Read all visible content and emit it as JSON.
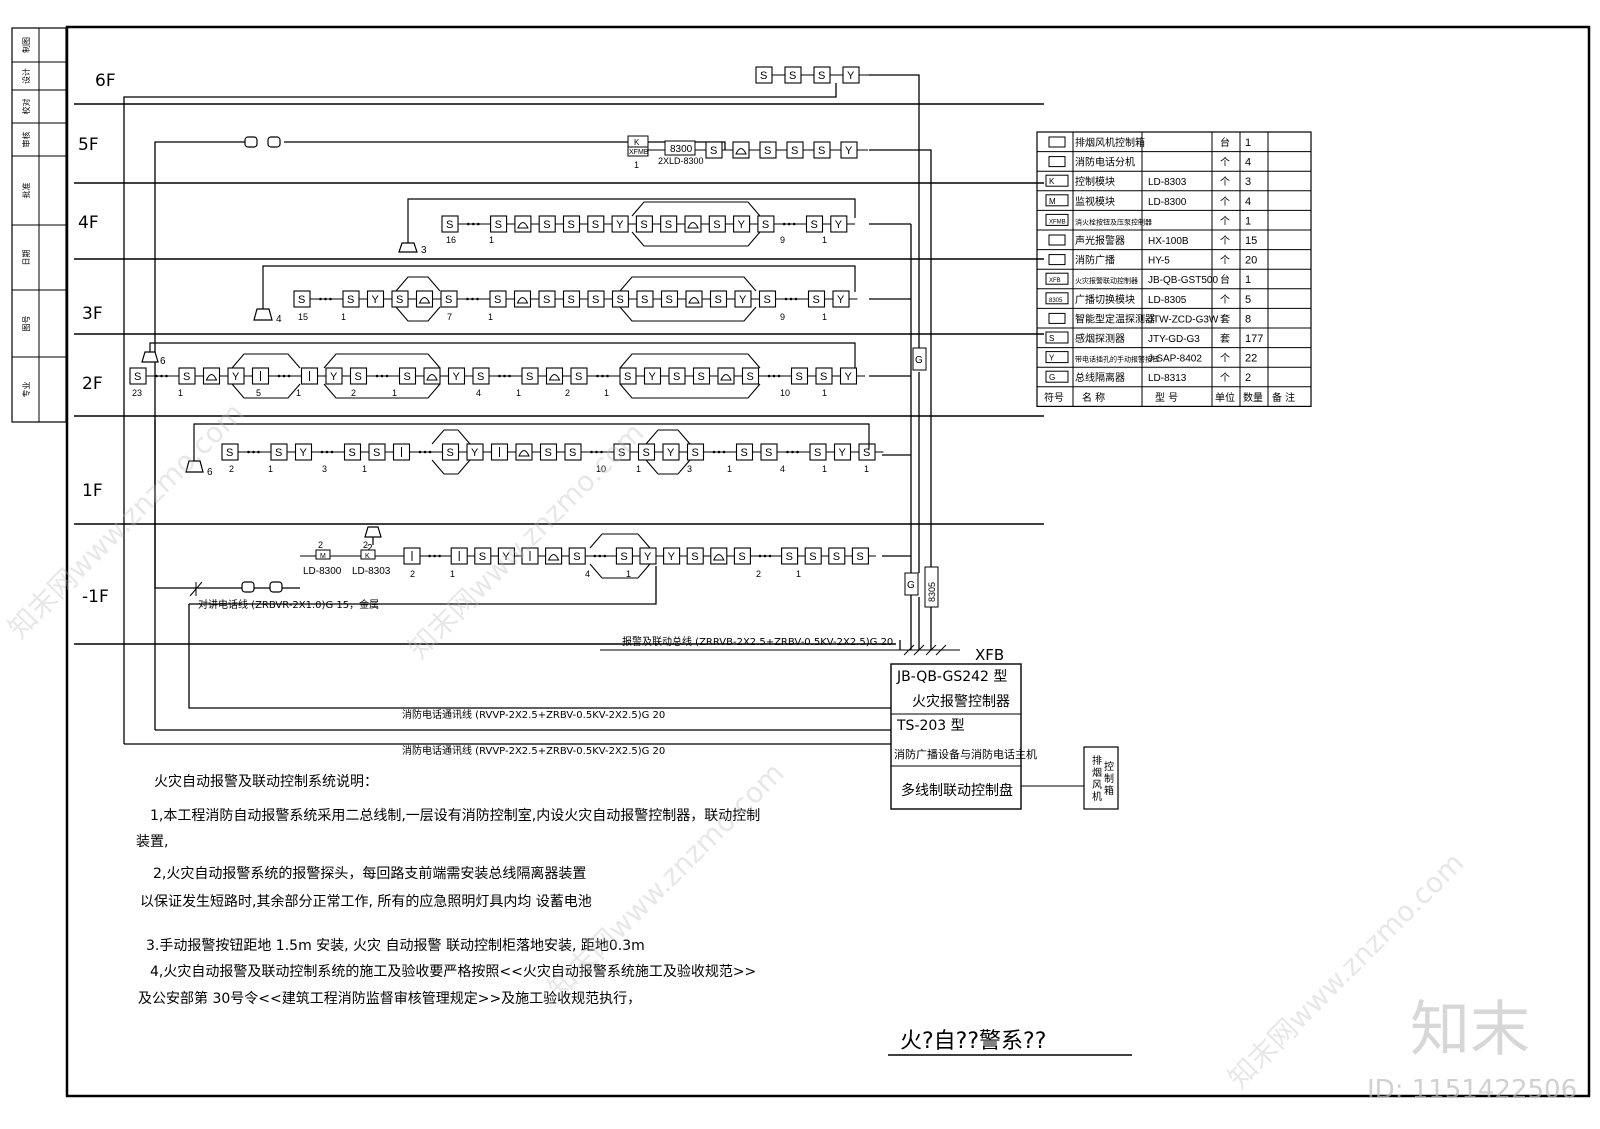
{
  "title": "火?自??警系??",
  "watermark": {
    "logo": "知末",
    "id": "ID: 1151422506",
    "site": "知末网www.znzmo.com"
  },
  "title_block": [
    "制",
    "图",
    "设",
    "计",
    "校",
    "对",
    "审",
    "核",
    "批",
    "准",
    "日",
    "期",
    "图",
    "号",
    "专",
    "业"
  ],
  "floors": [
    "6F",
    "5F",
    "4F",
    "3F",
    "2F",
    "1F",
    "-1F"
  ],
  "device_letters": {
    "smoke": "S",
    "heat": "Y",
    "monitor": "M",
    "control": "K",
    "isolator": "G",
    "bcast": "8305"
  },
  "floor_labels": {
    "f5_xfmb": "XFMB",
    "f5_k": "K",
    "f5_8300": "8300",
    "f5_count": "1",
    "f5_model": "2XLD-8300",
    "f4_speaker": "3",
    "f4_counts": [
      "16",
      "1",
      "9",
      "1"
    ],
    "f3_speaker": "4",
    "f3_counts": [
      "15",
      "1",
      "7",
      "1",
      "9",
      "1"
    ],
    "f2_speaker": "6",
    "f2_counts": [
      "23",
      "1",
      "5",
      "1",
      "2",
      "1",
      "4",
      "1",
      "2",
      "1",
      "10",
      "1"
    ],
    "f1_speaker": "6",
    "f1_counts": [
      "2",
      "1",
      "3",
      "1",
      "10",
      "1",
      "3",
      "1",
      "4",
      "1",
      "1"
    ],
    "fb_m_qty": "2",
    "fb_k_qty": "2",
    "fb_m_model": "LD-8300",
    "fb_k_model": "LD-8303",
    "fb_speaker": "2",
    "fb_counts": [
      "2",
      "1",
      "4",
      "1",
      "2",
      "1"
    ]
  },
  "wires": {
    "intercom": "对讲电话线 (ZRBVR-2X1.0)G 15，金属",
    "alarm_bus": "报警及联动总线 (ZRRVB-2X2.5+ZRBV-0.5KV-2X2.5)G 20",
    "phone1": "消防电话通讯线 (RVVP-2X2.5+ZRBV-0.5KV-2X2.5)G 20",
    "phone2": "消防电话通讯线 (RVVP-2X2.5+ZRBV-0.5KV-2X2.5)G 20",
    "xfb": "XFB"
  },
  "controller": {
    "line1": "JB-QB-GS242  型",
    "line2": "火灾报警控制器",
    "line3": "TS-203   型",
    "line4": "消防广播设备与消防电话主机",
    "line5": "多线制联动控制盘",
    "side": "排烟风机控制箱"
  },
  "legend": {
    "header": [
      "符号",
      "名  称",
      "型  号",
      "单位",
      "数量",
      "备 注"
    ],
    "rows": [
      {
        "sym": "",
        "name": "排烟风机控制箱",
        "model": "",
        "unit": "台",
        "qty": "1"
      },
      {
        "sym": "",
        "name": "消防电话分机",
        "model": "",
        "unit": "个",
        "qty": "4"
      },
      {
        "sym": "K",
        "name": "控制模块",
        "model": "LD-8303",
        "unit": "个",
        "qty": "3"
      },
      {
        "sym": "M",
        "name": "监视模块",
        "model": "LD-8300",
        "unit": "个",
        "qty": "4"
      },
      {
        "sym": "XFMB",
        "name": "消火栓按钮及压泵控制器",
        "model": "",
        "unit": "个",
        "qty": "1"
      },
      {
        "sym": "",
        "name": "声光报警器",
        "model": "HX-100B",
        "unit": "个",
        "qty": "15"
      },
      {
        "sym": "",
        "name": "消防广播",
        "model": "HY-5",
        "unit": "个",
        "qty": "20"
      },
      {
        "sym": "XFB",
        "name": "火灾报警联动控制器",
        "model": "JB-QB-GST500",
        "unit": "台",
        "qty": "1"
      },
      {
        "sym": "8305",
        "name": "广播切换模块",
        "model": "LD-8305",
        "unit": "个",
        "qty": "5"
      },
      {
        "sym": "",
        "name": "智能型定温探测器",
        "model": "JTW-ZCD-G3W",
        "unit": "套",
        "qty": "8"
      },
      {
        "sym": "S",
        "name": "感烟探测器",
        "model": "JTY-GD-G3",
        "unit": "套",
        "qty": "177"
      },
      {
        "sym": "Y",
        "name": "带电话插孔的手动报警按钮",
        "model": "J-SAP-8402",
        "unit": "个",
        "qty": "22"
      },
      {
        "sym": "G",
        "name": "总线隔离器",
        "model": "LD-8313",
        "unit": "个",
        "qty": "2"
      }
    ]
  },
  "notes": {
    "heading": "火灾自动报警及联动控制系统说明：",
    "n1a": "1,本工程消防自动报警系统采用二总线制,一层设有消防控制室,内设火灾自动报警控制器，联动控制",
    "n1b": "装置,",
    "n2a": "2,火灾自动报警系统的报警探头，每回路支前端需安装总线隔离器装置",
    "n2b": "以保证发生短路时,其余部分正常工作, 所有的应急照明灯具内均 设蓄电池",
    "n3": "3.手动报警按钮距地 1.5m 安装, 火灾 自动报警 联动控制柜落地安装, 距地0.3m",
    "n4a": "4,火灾自动报警及联动控制系统的施工及验收要严格按照<<火灾自动报警系统施工及验收规范>>",
    "n4b": "及公安部第 30号令<<建筑工程消防监督审核管理规定>>及施工验收规范执行，"
  }
}
